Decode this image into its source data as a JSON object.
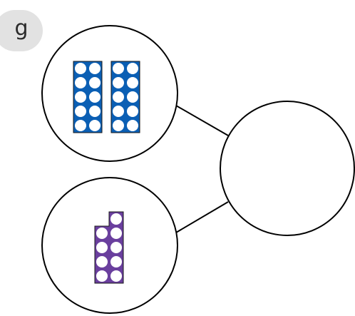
{
  "question_label": "g",
  "colors": {
    "circle_stroke": "#000000",
    "connector": "#000000",
    "blue_rod_fill": "#0b5fb4",
    "purple_rod_fill": "#6a3f9e",
    "hole_fill": "#ffffff",
    "badge_fill": "#e2e2e2"
  },
  "part_whole_model": {
    "whole": {
      "value": ""
    },
    "parts": [
      {
        "name": "part-top",
        "rods": [
          {
            "color": "blue",
            "count": 10
          },
          {
            "color": "blue",
            "count": 10
          }
        ]
      },
      {
        "name": "part-bottom",
        "rods": [
          {
            "color": "purple",
            "count": 9
          }
        ]
      }
    ]
  }
}
